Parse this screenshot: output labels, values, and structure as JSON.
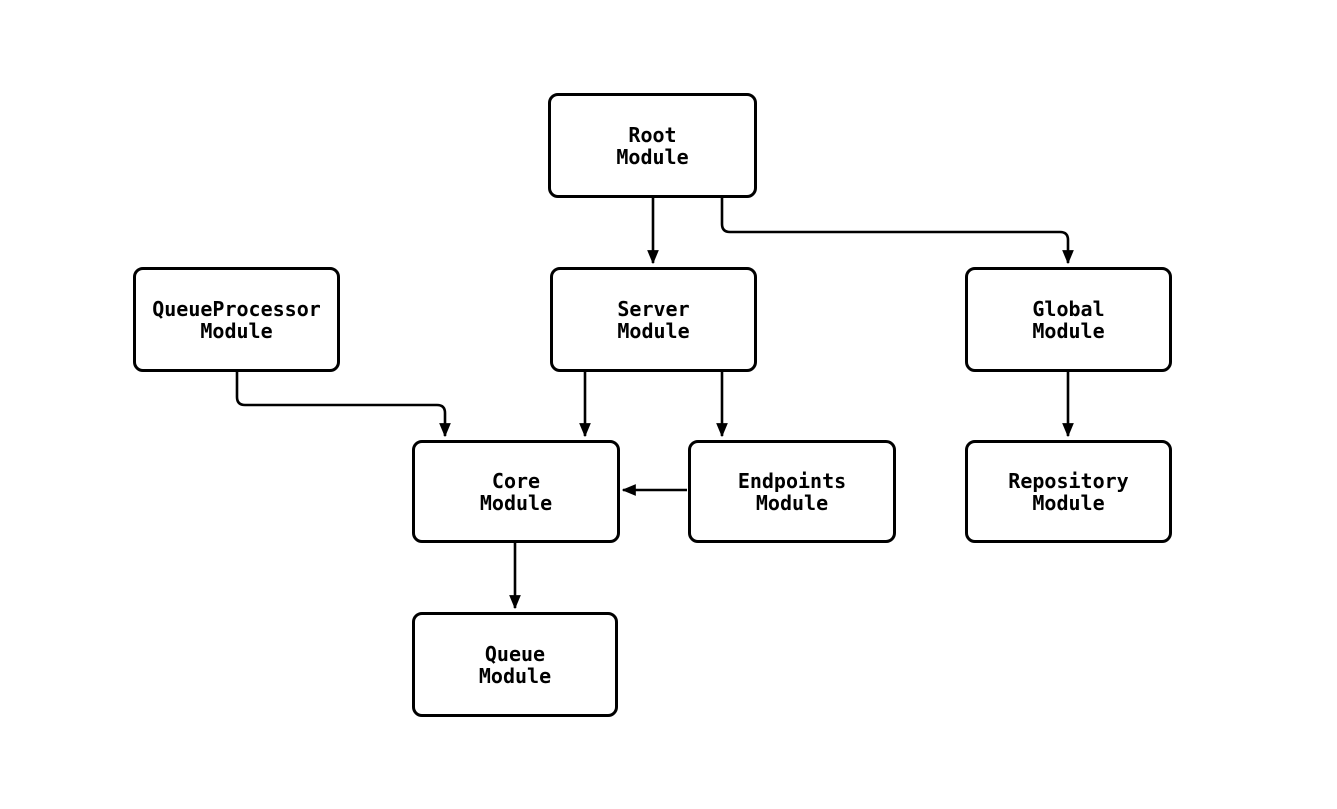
{
  "diagram": {
    "type": "flowchart-module-dependency",
    "colors": {
      "background": "#ffffff",
      "node_fill": "#ffffff",
      "node_border": "#000000",
      "edge_stroke": "#000000",
      "text": "#000000"
    },
    "nodes": {
      "root": {
        "label": "Root\nModule"
      },
      "queue_processor": {
        "label": "QueueProcessor\nModule"
      },
      "server": {
        "label": "Server\nModule"
      },
      "global": {
        "label": "Global\nModule"
      },
      "core": {
        "label": "Core\nModule"
      },
      "endpoints": {
        "label": "Endpoints\nModule"
      },
      "repository": {
        "label": "Repository\nModule"
      },
      "queue": {
        "label": "Queue\nModule"
      }
    },
    "edges": [
      {
        "from": "Root Module",
        "to": "Server Module"
      },
      {
        "from": "Root Module",
        "to": "Global Module"
      },
      {
        "from": "QueueProcessor Module",
        "to": "Core Module"
      },
      {
        "from": "Server Module",
        "to": "Core Module"
      },
      {
        "from": "Server Module",
        "to": "Endpoints Module"
      },
      {
        "from": "Endpoints Module",
        "to": "Core Module"
      },
      {
        "from": "Global Module",
        "to": "Repository Module"
      },
      {
        "from": "Core Module",
        "to": "Queue Module"
      }
    ]
  }
}
